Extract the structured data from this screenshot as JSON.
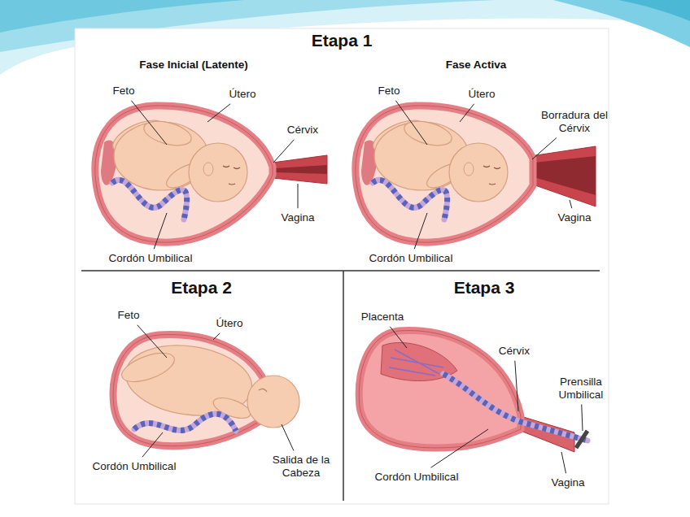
{
  "diagram": {
    "nodes": [
      {
        "text": [
          "Etapa 1"
        ]
      },
      {
        "text": [
          "Fase Inicial (Latente)"
        ],
        "in": 0
      },
      {
        "text": [
          "Fase Activa"
        ],
        "in": 0
      },
      {
        "text": [
          "Etapa 2"
        ]
      },
      {
        "text": [
          "Etapa 3"
        ]
      }
    ],
    "labels": [
      "Feto",
      "Útero",
      "Cérvix",
      "Vagina",
      "Cordón Umbilical",
      "Feto",
      "Útero",
      "Borradura del Cérvix",
      "Vagina",
      "Cordón Umbilical",
      "Feto",
      "Útero",
      "Cordón Umbilical",
      "Salida de la Cabeza",
      "Placenta",
      "Cérvix",
      "Prensilla Umbilical",
      "Cordón Umbilical",
      "Vagina"
    ]
  }
}
